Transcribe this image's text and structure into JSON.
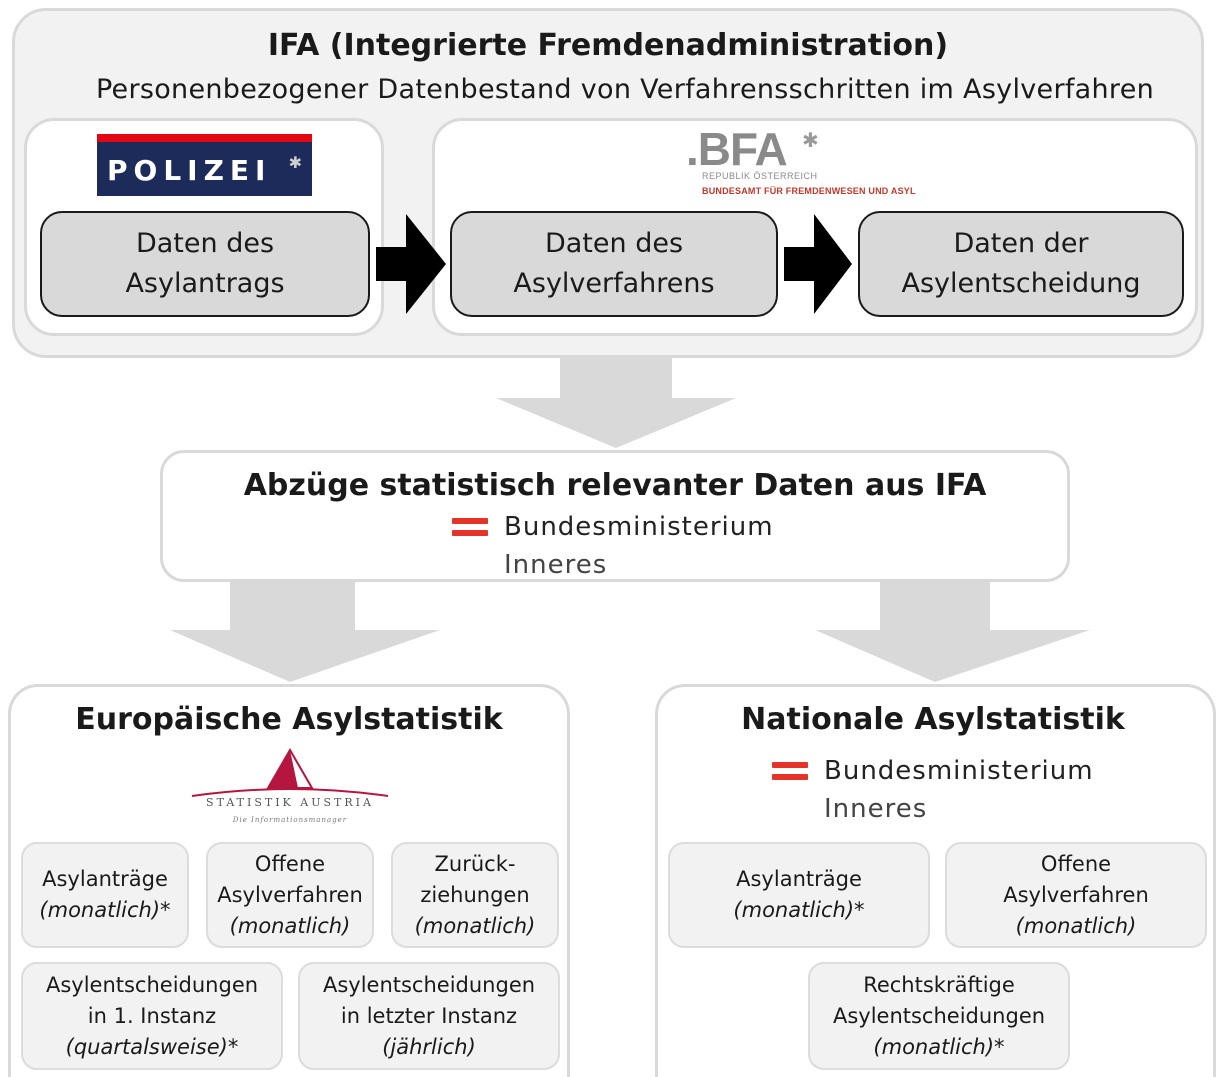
{
  "ifa": {
    "title": "IFA (Integrierte Fremdenadministration)",
    "subtitle": "Personenbezogener Datenbestand von Verfahrensschritten im Asylverfahren"
  },
  "polizei": {
    "logo_text": "POLIZEI",
    "box_line1": "Daten des",
    "box_line2": "Asylantrags"
  },
  "bfa": {
    "logo_text": ".BFA",
    "logo_sub1": "REPUBLIK ÖSTERREICH",
    "logo_sub2": "BUNDESAMT FÜR FREMDENWESEN UND ASYL",
    "box1_line1": "Daten des",
    "box1_line2": "Asylverfahrens",
    "box2_line1": "Daten der",
    "box2_line2": "Asylentscheidung"
  },
  "extract": {
    "title": "Abzüge statistisch relevanter Daten aus IFA",
    "ministry_line1": "Bundesministerium",
    "ministry_line2": "Inneres"
  },
  "european": {
    "title": "Europäische Asylstatistik",
    "logo_text": "STATISTIK AUSTRIA",
    "logo_sub": "Die Informationsmanager",
    "boxes": [
      {
        "line1": "Asylanträge",
        "line2": "",
        "line3": "(monatlich)*"
      },
      {
        "line1": "Offene",
        "line2": "Asylverfahren",
        "line3": "(monatlich)"
      },
      {
        "line1": "Zurück-",
        "line2": "ziehungen",
        "line3": "(monatlich)"
      },
      {
        "line1": "Asylentscheidungen",
        "line2": "in 1. Instanz",
        "line3": "(quartalsweise)*"
      },
      {
        "line1": "Asylentscheidungen",
        "line2": "in letzter Instanz",
        "line3": "(jährlich)"
      }
    ]
  },
  "national": {
    "title": "Nationale Asylstatistik",
    "ministry_line1": "Bundesministerium",
    "ministry_line2": "Inneres",
    "boxes": [
      {
        "line1": "Asylanträge",
        "line2": "",
        "line3": "(monatlich)*"
      },
      {
        "line1": "Offene",
        "line2": "Asylverfahren",
        "line3": "(monatlich)"
      },
      {
        "line1": "Rechtskräftige",
        "line2": "Asylentscheidungen",
        "line3": "(monatlich)*"
      }
    ]
  },
  "colors": {
    "panel_fill": "#f2f2f2",
    "panel_border": "#d9d9d9",
    "polizei_navy": "#1c2b5a",
    "polizei_red": "#e30613",
    "bfa_gray": "#7a7a7a",
    "bfa_red": "#c0392b",
    "ministry_red": "#e6332a",
    "statistik_red": "#b5163f"
  }
}
